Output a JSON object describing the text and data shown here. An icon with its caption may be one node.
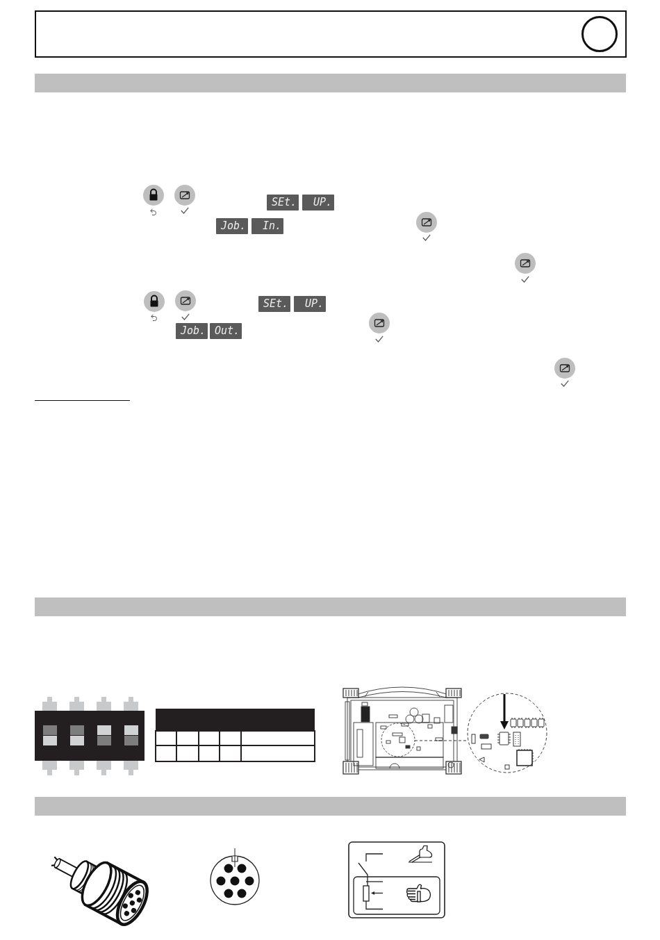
{
  "diagram": {
    "nodes": [
      {
        "text": [],
        "shape": "bar"
      },
      {
        "text": [
          "SEt."
        ]
      },
      {
        "text": [
          "UP."
        ]
      },
      {
        "text": [
          "Job."
        ]
      },
      {
        "text": [
          "In."
        ]
      },
      {
        "text": [
          "SEt."
        ]
      },
      {
        "text": [
          "UP."
        ]
      },
      {
        "text": [
          "Job."
        ]
      },
      {
        "text": [
          "Out."
        ]
      },
      {
        "text": [],
        "shape": "bar"
      },
      {
        "text": [],
        "shape": "bar"
      }
    ]
  }
}
